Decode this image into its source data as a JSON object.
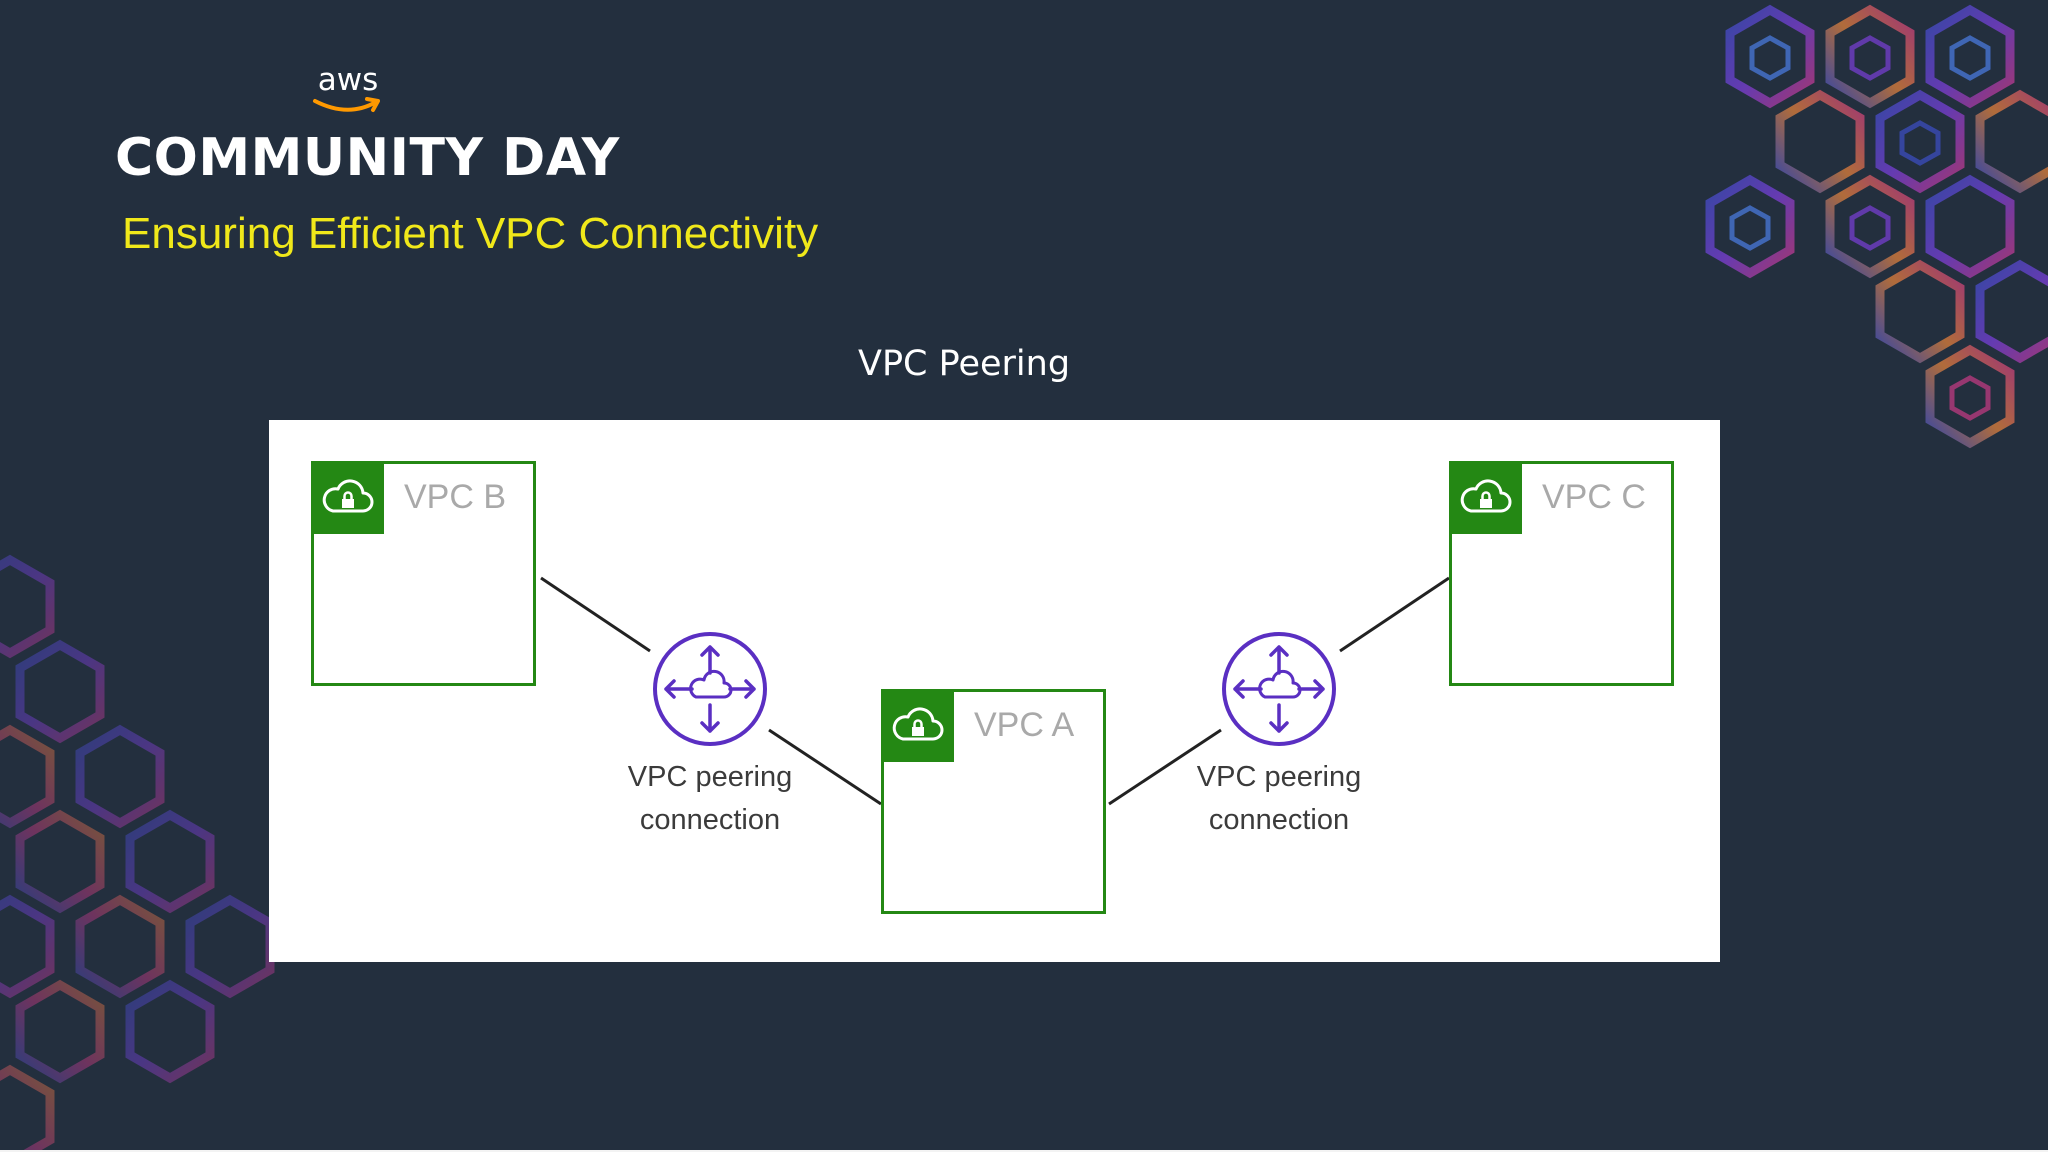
{
  "brand": {
    "logo_word": "aws",
    "event": "COMMUNITY DAY"
  },
  "slide": {
    "subtitle": "Ensuring Efficient VPC Connectivity",
    "diagram_title": "VPC Peering"
  },
  "diagram": {
    "vpcs": [
      {
        "id": "b",
        "label": "VPC B"
      },
      {
        "id": "a",
        "label": "VPC A"
      },
      {
        "id": "c",
        "label": "VPC C"
      }
    ],
    "peering_connections": [
      {
        "label_line1": "VPC peering",
        "label_line2": "connection",
        "between": [
          "VPC B",
          "VPC A"
        ]
      },
      {
        "label_line1": "VPC peering",
        "label_line2": "connection",
        "between": [
          "VPC A",
          "VPC C"
        ]
      }
    ]
  },
  "icons": {
    "vpc": "cloud-lock-icon",
    "peering": "vpc-peering-icon",
    "brand_smile": "aws-smile-icon"
  },
  "colors": {
    "background": "#232f3e",
    "subtitle": "#f0e81a",
    "vpc_border": "#248814",
    "vpc_label": "#a9a9a9",
    "peering_icon": "#5a2fc2",
    "connector": "#222222",
    "hex_palette": [
      "#3d4fc7",
      "#7b3fd8",
      "#c93a86",
      "#e0813a",
      "#4b7ee6"
    ]
  }
}
